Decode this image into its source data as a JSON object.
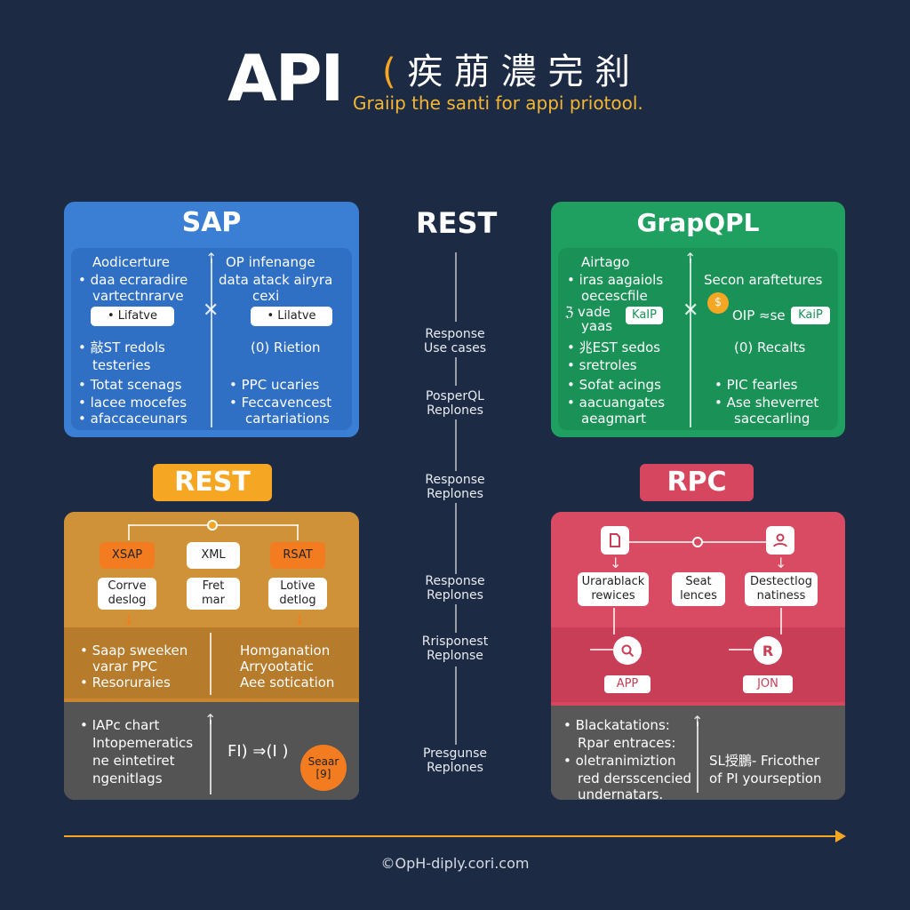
{
  "header": {
    "title": "API",
    "title_paren": "(",
    "title_cjk": "疾 萠 濃 完 刹",
    "subtitle": "Graiip the santi for appi priotool."
  },
  "center": {
    "title": "REST",
    "items": [
      "Response\nUse cases",
      "PosperQL\nReplones",
      "Response\nReplones",
      "Response\nReplones",
      "Rrisponest\nReplonse",
      "Presgunse\nReplones"
    ]
  },
  "sap": {
    "title": "SAP",
    "left": [
      "Aodicerture",
      "daa ecraradire",
      "vartectnrarve",
      "敲ST redols",
      "testeries",
      "Totat scenags",
      "lacee mocefes",
      "afaccaceunars"
    ],
    "right": [
      "OP infenange",
      "data atack airyra",
      "cexi",
      "(0) Rietion",
      "PPC ucaries",
      "Feccavencest",
      "cartariations"
    ],
    "pill_left": "• Lifatve",
    "pill_right": "• Lilatve"
  },
  "graphql": {
    "title": "GrapQPL",
    "left": [
      "Airtago",
      "iras aagaiols",
      "oecescfile",
      "vade",
      "yaas",
      "兆EST sedos",
      "sretroles",
      "Sofat acings",
      "aacuangates",
      "aeagmart"
    ],
    "right": [
      "Secon araftetures",
      "OIP ≈se",
      "(0) Recalts",
      "PIC fearles",
      "Ase sheverret",
      "sacecarling"
    ],
    "chip_left": "KaIP",
    "chip_right": "KaiP"
  },
  "rest": {
    "label": "REST",
    "tags": [
      "XSAP",
      "XML",
      "RSAT"
    ],
    "subtags": [
      "Corrve\ndeslog",
      "Fret\nmar",
      "Lotive\ndetlog"
    ],
    "mid_left": [
      "Saap sweeken",
      "varar PPC",
      "Resoruraies"
    ],
    "mid_right": [
      "Homganation",
      "Arryootatic",
      "Aee sotication"
    ],
    "bot_left": [
      "IAPc chart",
      "Intopemeratics",
      "ne eintetiret",
      "ngenitlags"
    ],
    "formula": "FI) ⇒(I )",
    "badge": "Seaar\n[9]"
  },
  "rpc": {
    "label": "RPC",
    "nodes": [
      "Urarablack\nrewices",
      "Seat\nlences",
      "Destectlog\nnatiness"
    ],
    "chips": [
      "APP",
      "JON"
    ],
    "bot_left": [
      "Blackatations:",
      "Rpar entraces:",
      "oletranimiztion",
      "red dersscencied",
      "undernatars."
    ],
    "bot_right": [
      "SL授鵬- Fricother",
      "of PI yoursеption"
    ]
  },
  "footer": "©OpH-diply.cori.com",
  "colors": {
    "background": "#1d2a44",
    "sap": "#3a7fd3",
    "graphql": "#1fa061",
    "rest": "#c9862e",
    "rpc": "#d7465f",
    "accent": "#f5a623"
  }
}
